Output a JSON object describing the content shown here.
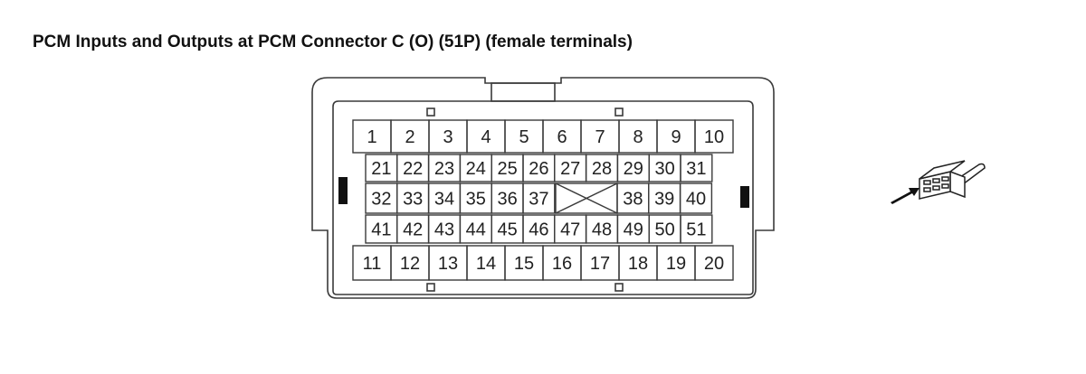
{
  "title": "PCM Inputs and Outputs at PCM Connector C (O) (51P) (female terminals)",
  "colors": {
    "line": "#3a3a3a",
    "latch": "#111111",
    "background": "#ffffff"
  },
  "connector": {
    "rows": [
      {
        "pins": [
          "1",
          "2",
          "3",
          "4",
          "5",
          "6",
          "7",
          "8",
          "9",
          "10"
        ]
      },
      {
        "pins": [
          "21",
          "22",
          "23",
          "24",
          "25",
          "26",
          "27",
          "28",
          "29",
          "30",
          "31"
        ]
      },
      {
        "pins": [
          "32",
          "33",
          "34",
          "35",
          "36",
          "37",
          "38",
          "39",
          "40"
        ]
      },
      {
        "pins": [
          "41",
          "42",
          "43",
          "44",
          "45",
          "46",
          "47",
          "48",
          "49",
          "50",
          "51"
        ]
      },
      {
        "pins": [
          "11",
          "12",
          "13",
          "14",
          "15",
          "16",
          "17",
          "18",
          "19",
          "20"
        ]
      }
    ],
    "blank_cavity": "X (no terminal)"
  },
  "icon": "female-connector-icon"
}
